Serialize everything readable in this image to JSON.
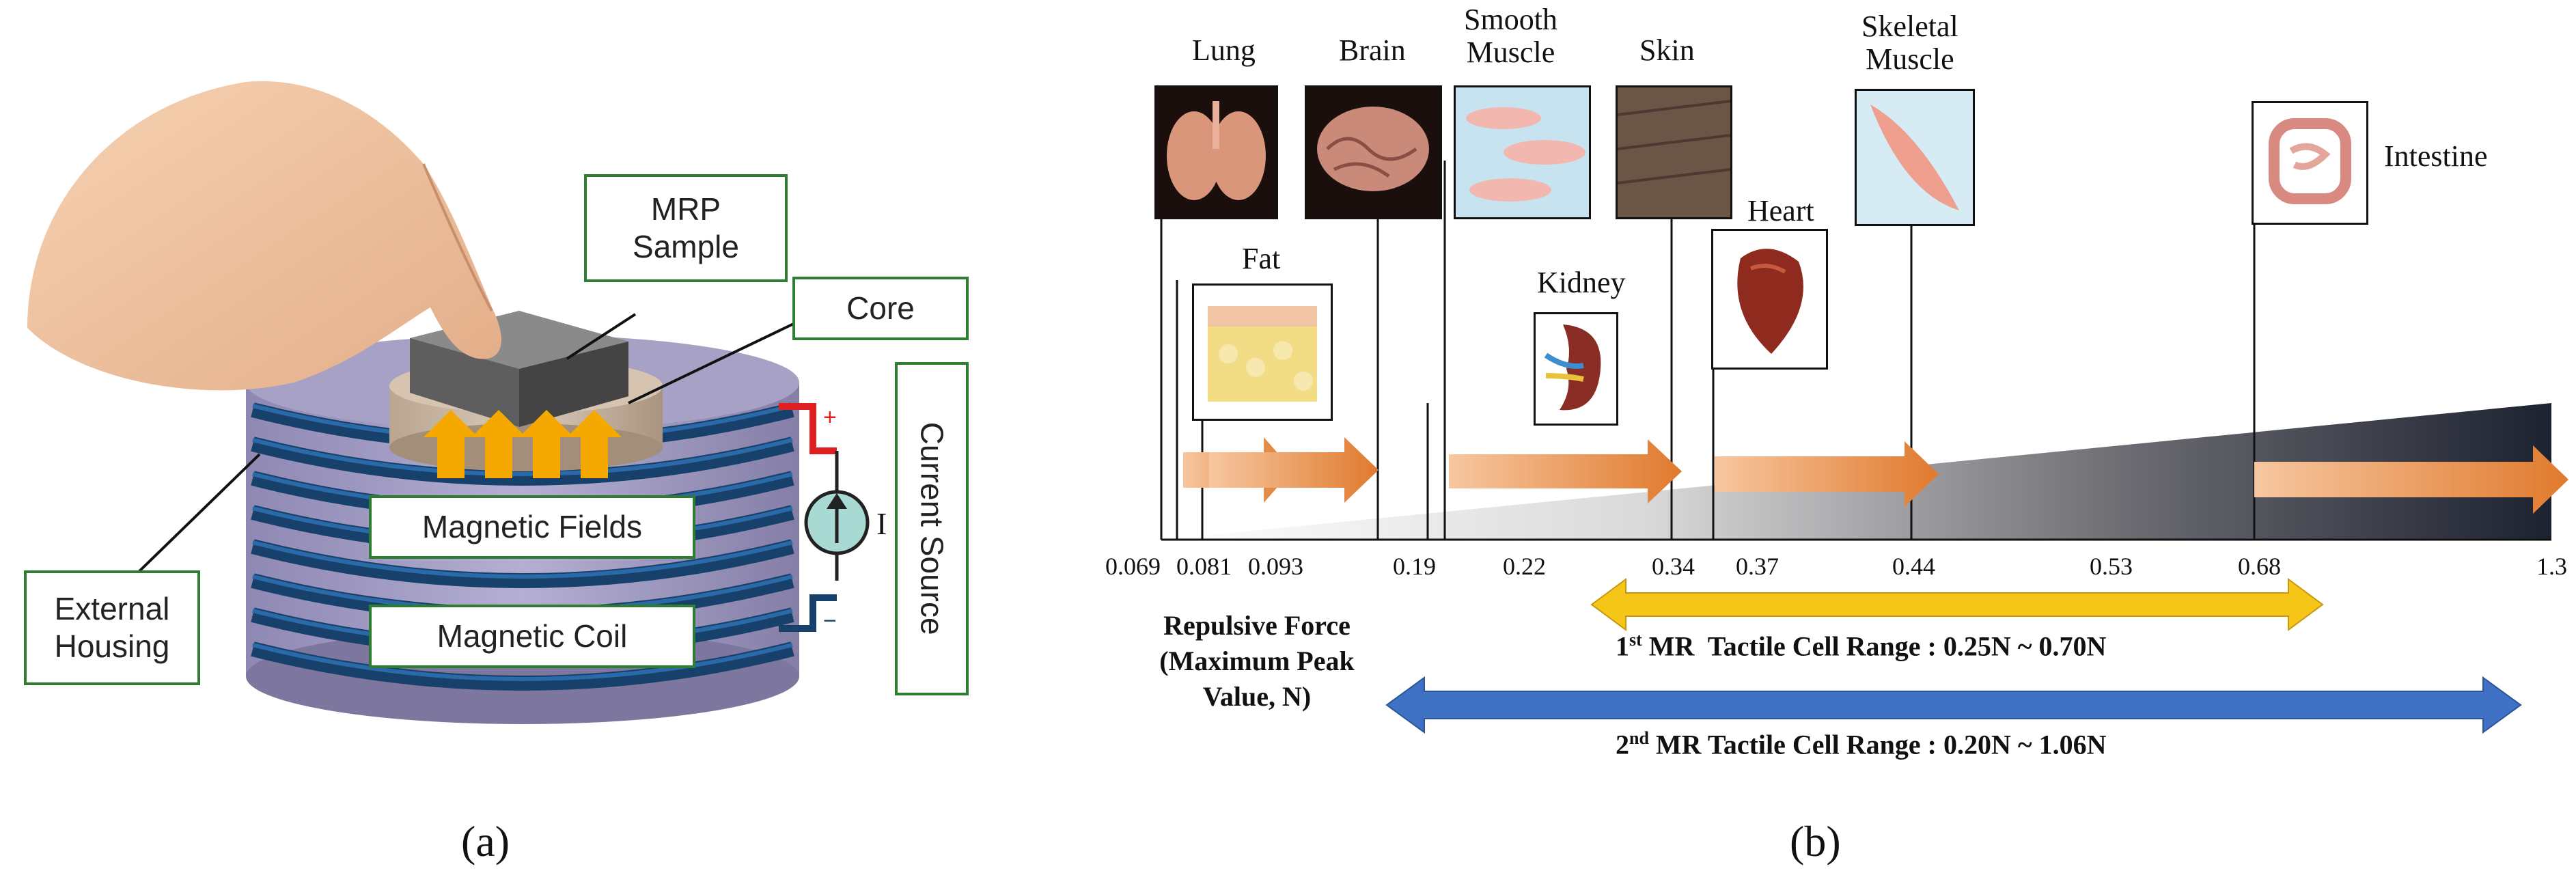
{
  "panel_a": {
    "label_mrp": "MRP\nSample",
    "label_core": "Core",
    "label_fields": "Magnetic Fields",
    "label_coil": "Magnetic Coil",
    "label_housing": "External\nHousing",
    "label_current": "Current Source",
    "current_symbol": "I",
    "plus": "+",
    "minus": "−",
    "caption": "(a)"
  },
  "panel_b": {
    "caption": "(b)",
    "tissues": {
      "lung": "Lung",
      "brain": "Brain",
      "smooth_muscle": "Smooth\nMuscle",
      "skin": "Skin",
      "skeletal_muscle": "Skeletal\nMuscle",
      "intestine": "Intestine",
      "fat": "Fat",
      "kidney": "Kidney",
      "heart": "Heart"
    },
    "ticks": [
      "0.069",
      "0.081",
      "0.093",
      "0.19",
      "0.22",
      "0.34",
      "0.37",
      "0.44",
      "0.53",
      "0.68",
      "1.3"
    ],
    "axis_title_line1": "Repulsive Force",
    "axis_title_line2": "(Maximum Peak Value, N)",
    "range1_prefix": "1",
    "range1_sup": "st",
    "range1_text": " MR  Tactile Cell Range : 0.25N ~ 0.70N",
    "range2_prefix": "2",
    "range2_sup": "nd",
    "range2_text": " MR Tactile Cell Range : 0.20N ~ 1.06N",
    "colors": {
      "range1": "#f5c518",
      "range2": "#3f72c4",
      "orange_arrow": "#e07a2e",
      "box_border": "#2e7d32"
    }
  }
}
